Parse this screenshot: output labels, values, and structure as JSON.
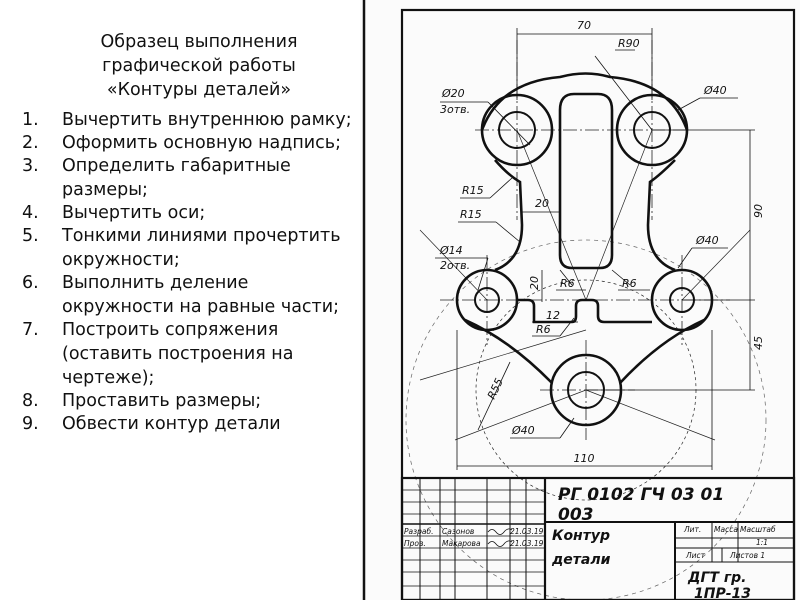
{
  "instructions": {
    "title_lines": [
      "Образец выполнения",
      "графической работы",
      "«Контуры деталей»"
    ],
    "steps": [
      {
        "num": "1.",
        "text": "Вычертить внутреннюю рамку;"
      },
      {
        "num": "2.",
        "text": "Оформить основную надпись;"
      },
      {
        "num": "3.",
        "text": "Определить габаритные размеры;"
      },
      {
        "num": "4.",
        "text": "Вычертить оси;"
      },
      {
        "num": "5.",
        "text": "Тонкими линиями прочертить окружности;"
      },
      {
        "num": "6.",
        "text": "Выполнить деление окружности на равные части;"
      },
      {
        "num": "7.",
        "text": "Построить сопряжения (оставить построения на чертеже);"
      },
      {
        "num": "8.",
        "text": "Проставить размеры;"
      },
      {
        "num": "9.",
        "text": "Обвести контур детали"
      }
    ]
  },
  "drawing": {
    "dimensions": {
      "width_top": "70",
      "r90": "R90",
      "d20": "Ø20",
      "d20_count": "3отв.",
      "d40_top": "Ø40",
      "r15_a": "R15",
      "r15_b": "R15",
      "dim_20_top": "20",
      "d14": "Ø14",
      "d14_count": "2отв.",
      "d40_right": "Ø40",
      "dim_90": "90",
      "dim_20_left": "20",
      "r6_a": "R6",
      "r6_b": "R6",
      "r6_c": "R6",
      "dim_12": "12",
      "dim_45": "45",
      "r55": "R55",
      "d40_bottom": "Ø40",
      "width_bottom": "110"
    },
    "title_block": {
      "doc_code_line1": "РГ 0102 ГЧ 03 01",
      "doc_code_line2": "003",
      "part_name_line1": "Контур",
      "part_name_line2": "детали",
      "col_lit": "Лит.",
      "col_mass": "Масса",
      "col_scale": "Масштаб",
      "scale_value": "1:1",
      "sheet_label": "Лист",
      "sheets_label": "Листов 1",
      "group": "ДГТ гр.",
      "group_line2": "1ПР-13",
      "role_dev": "Разраб.",
      "role_check": "Пров.",
      "name_dev": "Сазонов",
      "name_check": "Макарова",
      "date_dev": "21.03.19",
      "date_check": "21.03.19"
    }
  }
}
